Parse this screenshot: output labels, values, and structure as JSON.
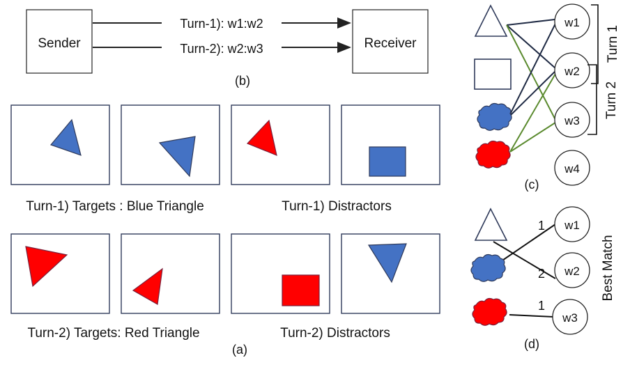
{
  "panel_b": {
    "sender": "Sender",
    "receiver": "Receiver",
    "turn1": "Turn-1): w1:w2",
    "turn2": "Turn-2): w2:w3",
    "caption": "(b)"
  },
  "panel_a": {
    "turn1_targets": "Turn-1) Targets : Blue Triangle",
    "turn1_distractors": "Turn-1) Distractors",
    "turn2_targets": "Turn-2) Targets: Red Triangle",
    "turn2_distractors": "Turn-2) Distractors",
    "caption": "(a)"
  },
  "panel_c": {
    "words": [
      "w1",
      "w2",
      "w3",
      "w4"
    ],
    "turn1": "Turn 1",
    "turn2": "Turn 2",
    "caption": "(c)"
  },
  "panel_d": {
    "words": [
      "w1",
      "w2",
      "w3"
    ],
    "edge_labels": [
      "1",
      "2",
      "1"
    ],
    "title": "Best Match",
    "caption": "(d)"
  },
  "colors": {
    "blue": "#4472c4",
    "red": "#ff0000",
    "green_edge": "#5a8a2e",
    "dark_edge": "#1f2a44"
  }
}
